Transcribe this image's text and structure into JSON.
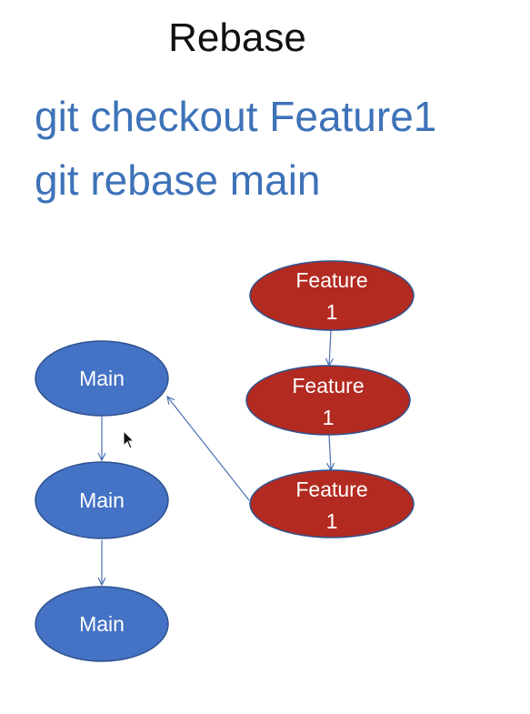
{
  "title": "Rebase",
  "commands": [
    "git checkout Feature1",
    "git rebase main"
  ],
  "colors": {
    "command_text": "#3d72b8",
    "main_node_fill": "#4472c4",
    "main_node_stroke": "#2f528f",
    "feature_node_fill": "#b22a20",
    "feature_node_stroke": "#2f528f",
    "edge": "#4a6fb5"
  },
  "main_nodes": [
    {
      "label": "Main"
    },
    {
      "label": "Main"
    },
    {
      "label": "Main"
    }
  ],
  "feature_nodes": [
    {
      "line1": "Feature",
      "line2": "1"
    },
    {
      "line1": "Feature",
      "line2": "1"
    },
    {
      "line1": "Feature",
      "line2": "1"
    }
  ],
  "cursor_icon": "mouse-pointer-icon"
}
